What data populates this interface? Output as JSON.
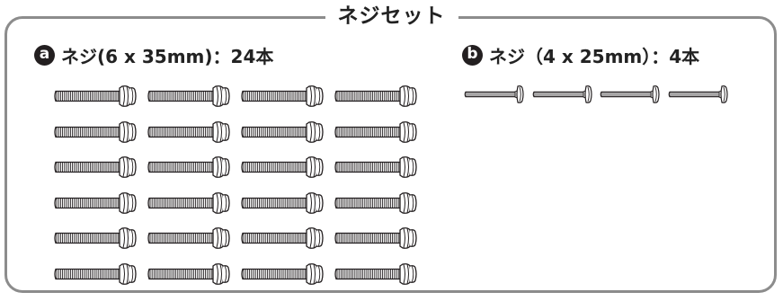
{
  "section": {
    "title": "ネジセット"
  },
  "screw_a": {
    "badge": "a",
    "label": "ネジ(6 x 35mm)：24本",
    "count": 24,
    "columns": 4,
    "icon": "long-screw-icon"
  },
  "screw_b": {
    "badge": "b",
    "label": "ネジ（4 x 25mm）：4本",
    "count": 4,
    "columns": 4,
    "icon": "short-screw-icon"
  },
  "colors": {
    "frame": "#8c8c8c",
    "badge": "#231f20",
    "outline": "#231f20"
  }
}
